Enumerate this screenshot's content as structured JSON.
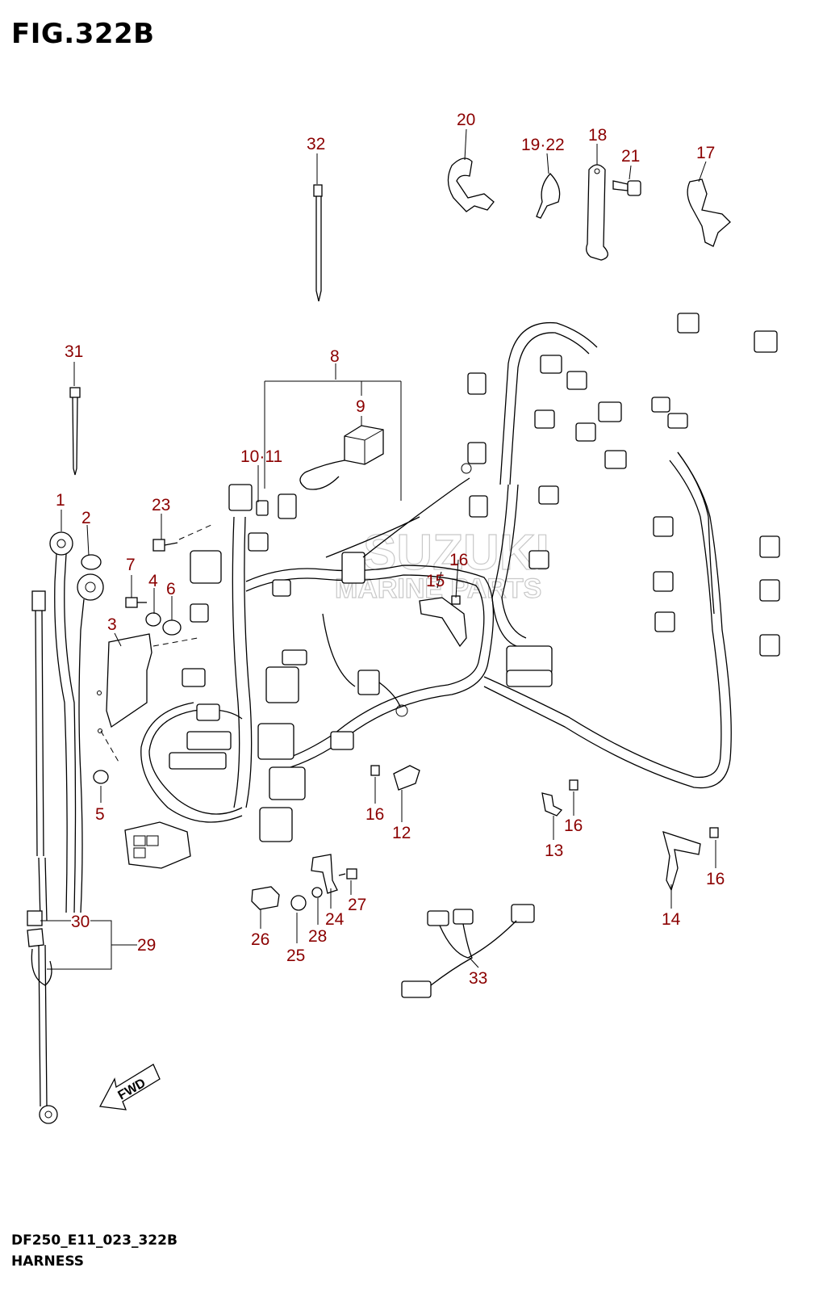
{
  "figure": {
    "title": "FIG.322B",
    "code": "DF250_E11_023_322B",
    "name": "HARNESS"
  },
  "watermark": {
    "line1": "SUZUKI",
    "line2": "MARINE PARTS"
  },
  "fwd_label": "FWD",
  "callouts": [
    "1",
    "2",
    "3",
    "4",
    "5",
    "6",
    "7",
    "8",
    "9",
    "10·11",
    "12",
    "13",
    "14",
    "15",
    "16",
    "17",
    "18",
    "19·22",
    "20",
    "21",
    "23",
    "24",
    "25",
    "26",
    "27",
    "28",
    "29",
    "30",
    "31",
    "32",
    "33"
  ],
  "colors": {
    "callout": "#8b0000",
    "line": "#000000",
    "watermark": "#c8c8c8"
  }
}
